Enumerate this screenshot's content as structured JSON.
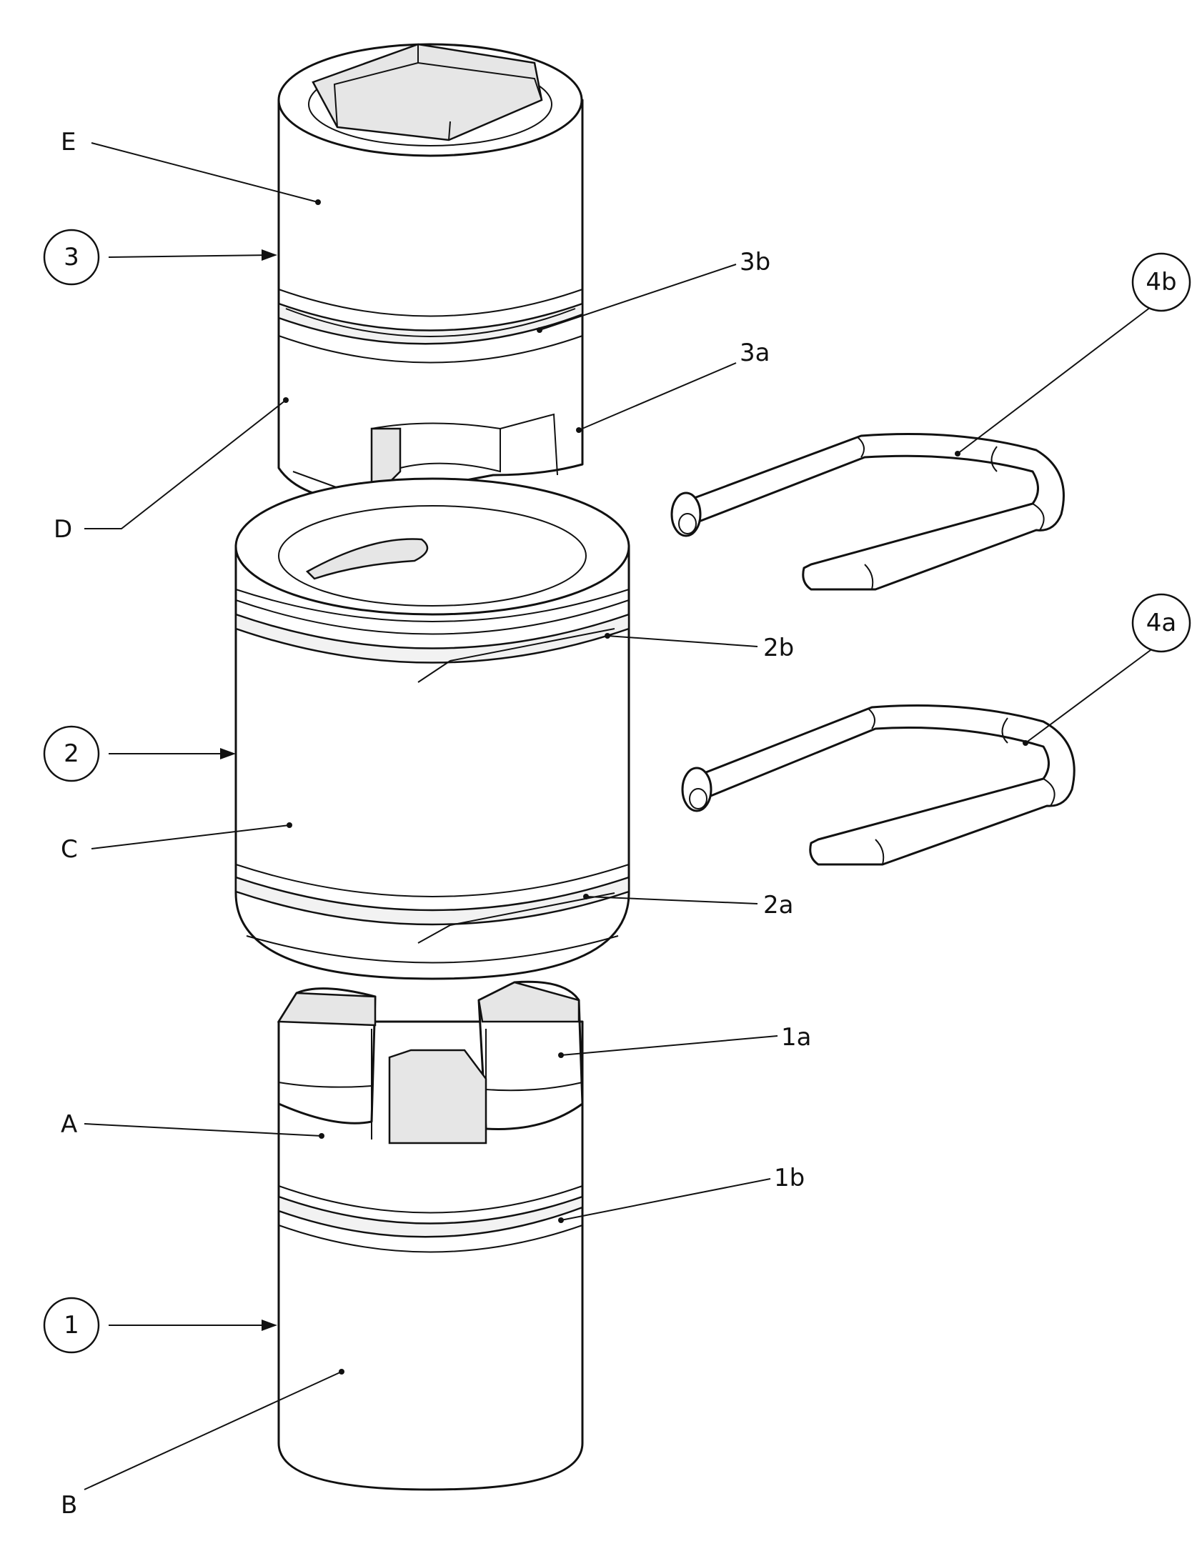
{
  "labels": {
    "E": "E",
    "D": "D",
    "C": "C",
    "A": "A",
    "B": "B",
    "3b": "3b",
    "3a": "3a",
    "2b": "2b",
    "2a": "2a",
    "1a": "1a",
    "1b": "1b"
  },
  "circled_labels": {
    "c3": "3",
    "c2": "2",
    "c1": "1",
    "c4b": "4b",
    "c4a": "4a"
  }
}
